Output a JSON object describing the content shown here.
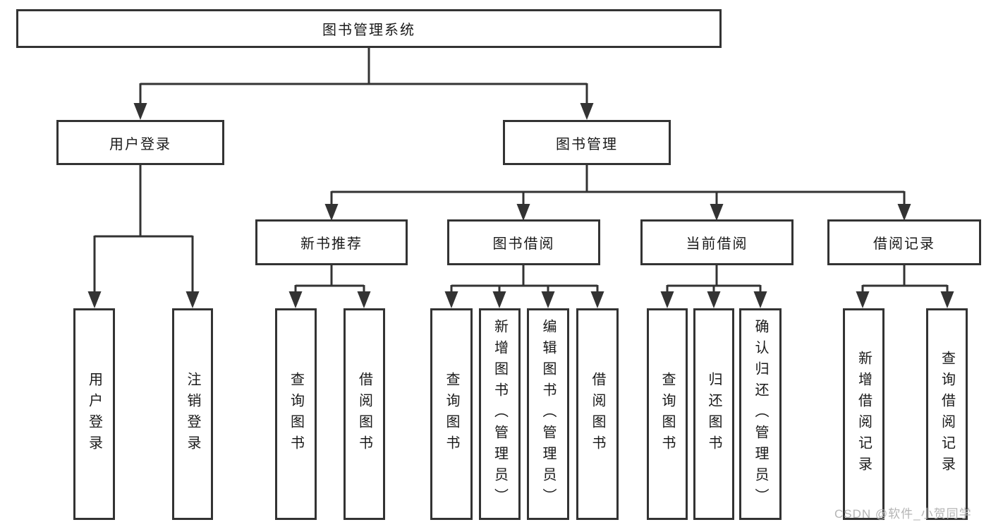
{
  "colors": {
    "line": "#333333",
    "text": "#1a1a1a",
    "watermark": "#b5b5b5",
    "background": "#ffffff"
  },
  "watermark": "CSDN @软件_小贺同学",
  "tree": {
    "root": {
      "label": "图书管理系统",
      "children": [
        {
          "label": "用户登录",
          "children": [
            {
              "label": "用户登录"
            },
            {
              "label": "注销登录"
            }
          ]
        },
        {
          "label": "图书管理",
          "children": [
            {
              "label": "新书推荐",
              "children": [
                {
                  "label": "查询图书"
                },
                {
                  "label": "借阅图书"
                }
              ]
            },
            {
              "label": "图书借阅",
              "children": [
                {
                  "label": "查询图书"
                },
                {
                  "label": "新增图书（管理员）"
                },
                {
                  "label": "编辑图书（管理员）"
                },
                {
                  "label": "借阅图书"
                }
              ]
            },
            {
              "label": "当前借阅",
              "children": [
                {
                  "label": "查询图书"
                },
                {
                  "label": "归还图书"
                },
                {
                  "label": "确认归还（管理员）"
                }
              ]
            },
            {
              "label": "借阅记录",
              "children": [
                {
                  "label": "新增借阅记录"
                },
                {
                  "label": "查询借阅记录"
                }
              ]
            }
          ]
        }
      ]
    }
  }
}
